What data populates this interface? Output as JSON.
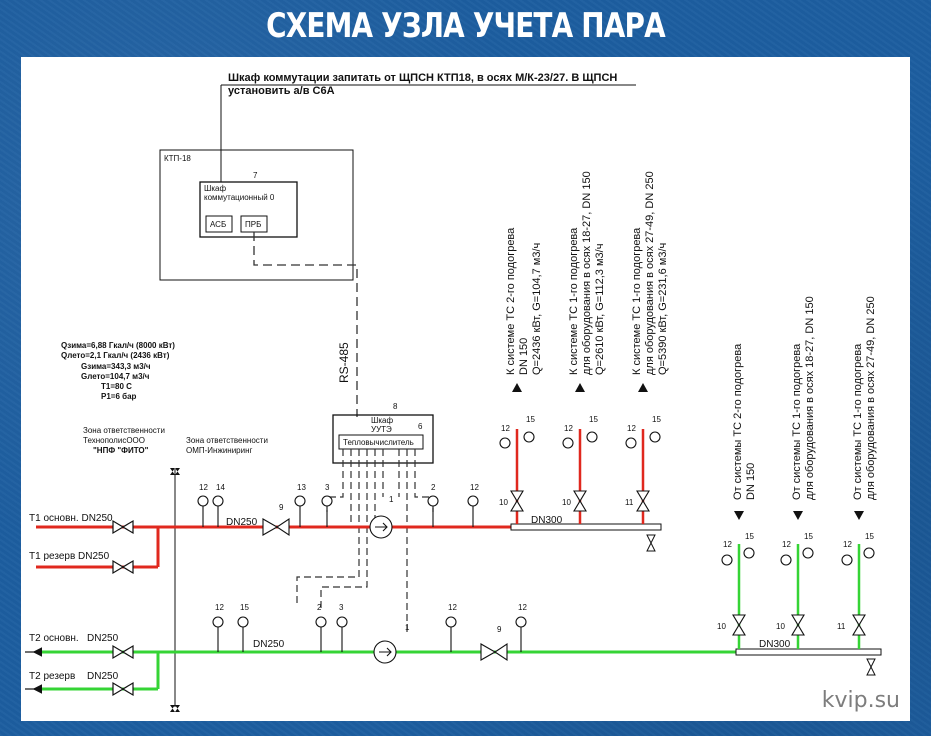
{
  "title": "СХЕМА УЗЛА УЧЕТА ПАРА",
  "watermark": "kvip.su",
  "notes": {
    "cabinet_power_line1": "Шкаф коммутации запитать от ЩПСН КТП18, в осях М/К-23/27. В ЩПСН",
    "cabinet_power_line2": "установить а/в С6А"
  },
  "ktp": {
    "label": "КТП-18",
    "cabinet_num": "7",
    "cabinet_label1": "Шкаф",
    "cabinet_label2": "коммутационный 0",
    "avr_label": "АСБ",
    "prb_label": "ПРБ"
  },
  "rs485_label": "RS-485",
  "uute": {
    "num": "8",
    "label1": "Шкаф",
    "label2": "УУТЭ",
    "inner_num": "6",
    "calc_label": "Тепловычислитель"
  },
  "params": [
    "Qзима=6,88 Гкал/ч (8000 кВт)",
    "Qлето=2,1 Гкал/ч (2436 кВт)",
    "Gзима=343,3 м3/ч",
    "Gлето=104,7 м3/ч",
    "T1=80 С",
    "P1=6 бар"
  ],
  "zones": {
    "left1": "Зона ответственности",
    "left2": "ТехнополисООО",
    "left3": "\"НПФ \"ФИТО\"",
    "right1": "Зона ответственности",
    "right2": "ОМП-Инжиниринг"
  },
  "pipes": {
    "t1_main": "Т1 основн. DN250",
    "t1_res": "Т1 резерв DN250",
    "t2_main": "Т2 основн.",
    "t2_main_dn": "DN250",
    "t2_res": "Т2 резерв",
    "t2_res_dn": "DN250",
    "dn250_top": "DN250",
    "dn250_bot": "DN250",
    "dn300_top": "DN300",
    "dn300_bot": "DN300"
  },
  "supply": [
    {
      "l1": "К системе ТС 2-го подогрева",
      "l2": "DN 150",
      "l3": "Q=2436 кВт, G=104,7 м3/ч"
    },
    {
      "l1": "К системе ТС 1-го подогрева",
      "l2": "для оборудования в осях 18-27, DN 150",
      "l3": "Q=2610 кВт, G=112,3 м3/ч"
    },
    {
      "l1": "К системе ТС 1-го подогрева",
      "l2": "для оборудования в осях 27-49, DN 250",
      "l3": "Q=5390 кВт, G=231,6 м3/ч"
    }
  ],
  "return": [
    {
      "l1": "От системы ТС 2-го подогрева",
      "l2": "DN 150"
    },
    {
      "l1": "От системы ТС 1-го подогрева",
      "l2": "для оборудования в осях 18-27, DN 150"
    },
    {
      "l1": "От системы ТС 1-го подогрева",
      "l2": "для оборудования в осях 27-49, DN 250"
    }
  ],
  "markers": {
    "m12": "12",
    "m13": "13",
    "m14": "14",
    "m15": "15",
    "m2": "2",
    "m3": "3",
    "m1": "1",
    "m9": "9",
    "m10": "10",
    "m11": "11"
  },
  "colors": {
    "supply": "#e0281e",
    "return": "#35d435",
    "background": "#1d5ea0"
  }
}
